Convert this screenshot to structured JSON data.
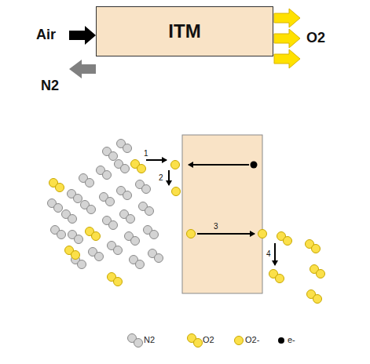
{
  "diagram": {
    "nodes": [
      {
        "text": [
          "ITM"
        ]
      }
    ],
    "labels": [
      "Air",
      "N2",
      "O2",
      "1",
      "2",
      "3",
      "4"
    ],
    "legend": [
      {
        "text": "N2"
      },
      {
        "text": "O2"
      },
      {
        "text": "O2-"
      },
      {
        "text": "e-"
      }
    ]
  }
}
